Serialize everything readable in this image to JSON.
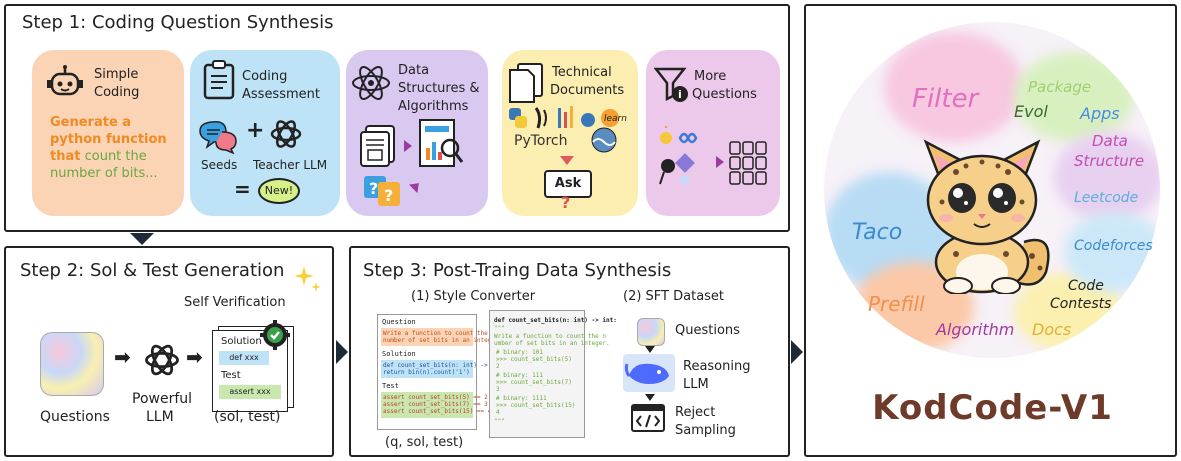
{
  "step1": {
    "title": "Step 1: Coding Question Synthesis",
    "simple": {
      "label_line1": "Simple",
      "label_line2": "Coding",
      "gen1": "Generate a",
      "gen2": "python function",
      "gen3a": "that",
      "gen3b": " count the",
      "gen4": "number of bits..."
    },
    "assessment": {
      "label_line1": "Coding",
      "label_line2": "Assessment",
      "seeds": "Seeds",
      "teacher": "Teacher LLM",
      "new": "New!"
    },
    "dsa": {
      "line1": "Data",
      "line2": "Structures &",
      "line3": "Algorithms"
    },
    "tech": {
      "line1": "Technical",
      "line2": "Documents",
      "pytorch": "PyTorch",
      "learn": "learn",
      "ask": "Ask"
    },
    "more": {
      "line1": "More",
      "line2": "Questions"
    }
  },
  "step2": {
    "title": "Step 2: Sol & Test Generation",
    "self_verification": "Self Verification",
    "questions": "Questions",
    "llm_line1": "Powerful",
    "llm_line2": "LLM",
    "sol_test": "(sol, test)",
    "solution": "Solution",
    "def_xxx": "def xxx",
    "test": "Test",
    "assert_xxx": "assert xxx"
  },
  "step3": {
    "title": "Step 3: Post-Traing Data Synthesis",
    "style_converter": "(1) Style Converter",
    "sft_dataset": "(2) SFT Dataset",
    "q_sol_test": "(q, sol, test)",
    "doc_question": "Question",
    "doc_q_text1": "Write a function to count the",
    "doc_q_text2": "number of set bits in an integer.",
    "doc_solution": "Solution",
    "doc_sol1": "def count_set_bits(n: int) -> int:",
    "doc_sol2": "    return bin(n).count('1')",
    "doc_test": "Test",
    "doc_t1": "assert count_set_bits(5) == 2",
    "doc_t2": "assert count_set_bits(7) == 3",
    "doc_t3": "assert count_set_bits(15) == 4",
    "conv_line1": "def count_set_bits(n: int) -> int:",
    "conv_line2": "\"\"\"",
    "conv_line3": "Write a function to count the n",
    "conv_line4": "umber of set bits in an integer.",
    "conv_line5": "# binary: 101",
    "conv_line6": ">>> count_set_bits(5)",
    "conv_line7": "2",
    "conv_line8": "# binary: 111",
    "conv_line9": ">>> count_set_bits(7)",
    "conv_line10": "3",
    "conv_line11": "# binary: 1111",
    "conv_line12": ">>> count_set_bits(15)",
    "conv_line13": "4",
    "conv_line14": "\"\"\"",
    "questions": "Questions",
    "reasoning1": "Reasoning",
    "reasoning2": "LLM",
    "reject1": "Reject",
    "reject2": "Sampling"
  },
  "kodcode": {
    "title": "KodCode-V1",
    "words": {
      "filter": "Filter",
      "package": "Package",
      "evol": "Evol",
      "apps": "Apps",
      "data_structure1": "Data",
      "data_structure2": "Structure",
      "leetcode": "Leetcode",
      "taco": "Taco",
      "codeforces": "Codeforces",
      "code_contests1": "Code",
      "code_contests2": "Contests",
      "prefill": "Prefill",
      "algorithm": "Algorithm",
      "docs": "Docs"
    }
  },
  "colors": {
    "simple_bg": "#fbd3b5",
    "assessment_bg": "#bfe3f6",
    "dsa_bg": "#d9c9f1",
    "tech_bg": "#fbeeb0",
    "more_bg": "#ecc9ea",
    "orange_text": "#f08a24",
    "green_text": "#6aa83d",
    "title_brown": "#6e3a2a"
  }
}
